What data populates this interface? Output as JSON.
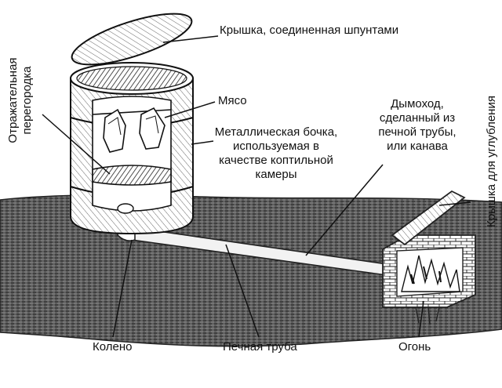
{
  "labels": {
    "lid_tongue_groove": "Крышка, соединенная шпунтами",
    "meat": "Мясо",
    "metal_barrel": "Металлическая бочка,\nиспользуемая в\nкачестве коптильной\nкамеры",
    "flue": "Дымоход,\nсделанный из\nпечной трубы,\nили канава",
    "reflector_partition": "Отражательная\nперегородка",
    "pit_cover": "Крышка для углубления",
    "elbow": "Колено",
    "stove_pipe": "Печная труба",
    "fire": "Огонь"
  },
  "colors": {
    "ink": "#111111",
    "ground": "#6b6b6b",
    "ground_dark": "#3a3a3a",
    "paper": "#ffffff",
    "pipe": "#f2f2f2"
  }
}
